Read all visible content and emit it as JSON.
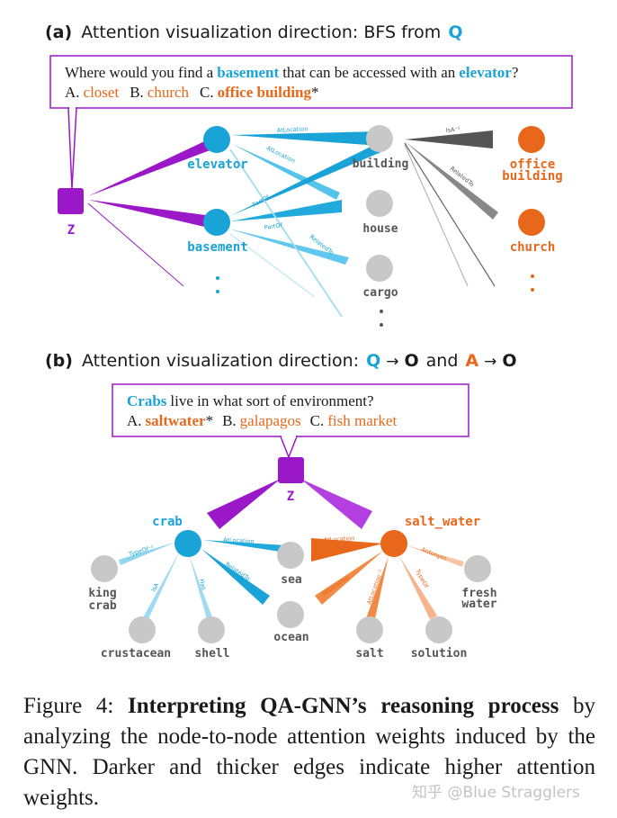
{
  "colors": {
    "blue": "#1aa3d6",
    "purple": "#9b18c9",
    "orange": "#e8671a",
    "gray_node": "#c8c8c8",
    "gray_edge": "#444444"
  },
  "panel_a": {
    "label": "(a)",
    "heading_prefix": "Attention visualization direction: BFS from",
    "heading_q": "Q",
    "question_parts": [
      "Where would you find a",
      "basement",
      "that can be accessed with an",
      "elevator",
      "?"
    ],
    "choices": [
      {
        "prefix": "A.",
        "text": "closet"
      },
      {
        "prefix": "B.",
        "text": "church"
      },
      {
        "prefix": "C.",
        "text": "office building",
        "star": "*"
      }
    ],
    "nodes": {
      "z": "Z",
      "elevator": "elevator",
      "basement": "basement",
      "building": "building",
      "house": "house",
      "cargo": "cargo",
      "office_building": [
        "office",
        "building"
      ],
      "church": "church"
    },
    "relations": [
      "AtLocation",
      "AtLocation",
      "PartOf",
      "PartOf",
      "RelatedTo",
      "IsA⁻¹",
      "RelatedTo"
    ]
  },
  "panel_b": {
    "label": "(b)",
    "heading_prefix": "Attention visualization direction:",
    "heading_q": "Q",
    "heading_o1": "O",
    "heading_and": "and",
    "heading_a": "A",
    "heading_o2": "O",
    "arrow": "→",
    "question_parts": [
      "Crabs",
      "live in what sort of environment?"
    ],
    "choices": [
      {
        "prefix": "A.",
        "text": "saltwater",
        "star": "*"
      },
      {
        "prefix": "B.",
        "text": "galapagos"
      },
      {
        "prefix": "C.",
        "text": "fish market"
      }
    ],
    "nodes": {
      "z": "Z",
      "crab": "crab",
      "salt_water": "salt_water",
      "king_crab": [
        "king",
        "crab"
      ],
      "crustacean": "crustacean",
      "shell": "shell",
      "sea": "sea",
      "ocean": "ocean",
      "salt": "salt",
      "solution": "solution",
      "fresh_water": [
        "fresh",
        "water"
      ]
    },
    "relations": [
      "TypeOf⁻¹",
      "IsA",
      "Has",
      "AtLocation",
      "RelatedTo",
      "AtLocation",
      "AtLocation",
      "AtLocation⁻¹",
      "TypeOf",
      "Antonym"
    ]
  },
  "caption": {
    "prefix": "Figure 4:",
    "bold": "Interpreting QA-GNN’s reasoning process",
    "rest": "by analyzing the node-to-node attention weights induced by the GNN. Darker and thicker edges indicate higher attention weights."
  },
  "watermark": "知乎 @Blue Stragglers"
}
